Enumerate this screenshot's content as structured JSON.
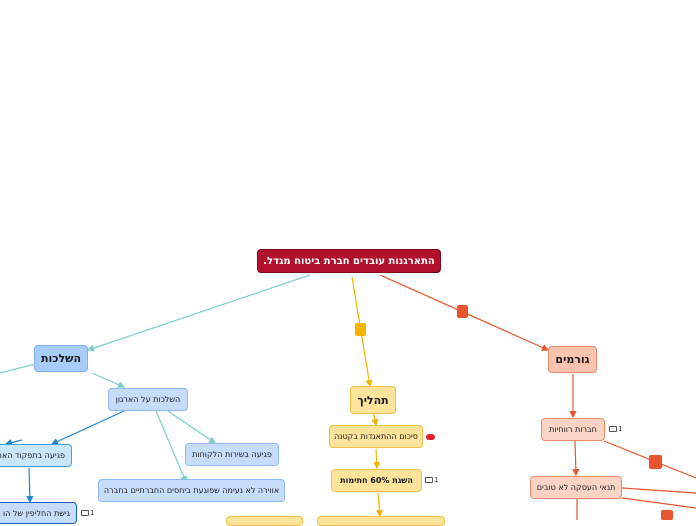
{
  "root": {
    "label": "התארגנות עובדים חברת ביטוח מגדל."
  },
  "branches": {
    "consequences": {
      "label": "השלכות"
    },
    "process": {
      "label": "תהליך"
    },
    "factors": {
      "label": "גורמים"
    }
  },
  "consequences_items": {
    "org": "השלכות על הארגון",
    "customer_service": "פגיעה בשירות הלקוחות",
    "social_atmosphere": "אווירה לא נעימה שפוגעת ביחסים החברתיים בחברה",
    "org_function": "פגיעה בתפקוד הארגון",
    "approach": "גישת החליפין של הו"
  },
  "process_items": {
    "summary": "סיכום ההתאגדות בקטנה",
    "signatures": "השגת 60% חתימות"
  },
  "factors_items": {
    "profitable": "חברות רווחיות",
    "conditions": "תנאי העסקה לא טובים"
  },
  "badges": {
    "profitable_count": "1",
    "signatures_count": "1",
    "approach_count": "1"
  },
  "colors": {
    "root": "#b3102c",
    "consequences": "#a9cdfa",
    "process": "#fde49a",
    "factors": "#f9c3b0",
    "link_teal": "#7ccfc8",
    "link_blue": "#1f86d6",
    "link_yellow": "#f5b400",
    "link_red": "#e8552e"
  }
}
